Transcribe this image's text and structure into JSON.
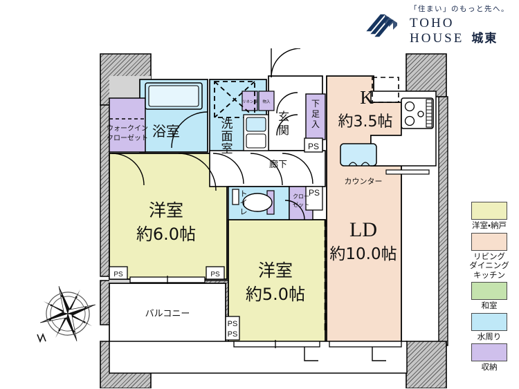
{
  "header": {
    "tagline": "「住まい」のもっと先へ。",
    "brand_line1": "TOHO",
    "brand_line2": "HOUSE",
    "brand_line3": "城東",
    "logo_icon": "toho-chevron-logo"
  },
  "compass": {
    "icon": "compass-rose",
    "north_label": "N"
  },
  "legend": {
    "items": [
      {
        "label": "洋室・納戸",
        "color": "#eff0bd"
      },
      {
        "label": "リビング\nダイニング\nキッチン",
        "label_lines": [
          "リビング",
          "ダイニング",
          "キッチン"
        ],
        "color": "#f7dfcd"
      },
      {
        "label": "和室",
        "color": "#c5e3ae"
      },
      {
        "label": "水周り",
        "color": "#bfe8f7"
      },
      {
        "label": "収納",
        "color": "#cfc0ec"
      }
    ]
  },
  "plan": {
    "rooms": [
      {
        "name": "walk-in-closet",
        "label": "ウォークイン\nクローゼット",
        "lines": [
          "ウォークイン",
          "クローゼット"
        ],
        "color": "#cfc0ec"
      },
      {
        "name": "bathroom",
        "label": "浴室",
        "color": "#bfe8f7"
      },
      {
        "name": "washroom",
        "label": "洗面室",
        "lines": [
          "洗",
          "面",
          "室"
        ],
        "color": "#bfe8f7"
      },
      {
        "name": "entrance",
        "label": "玄関",
        "lines": [
          "玄",
          "関"
        ],
        "color": "#ffffff"
      },
      {
        "name": "shoe-cabinet",
        "label": "下足入",
        "lines": [
          "下",
          "足",
          "入"
        ],
        "color": "#cfc0ec"
      },
      {
        "name": "linen-cabinet",
        "label": "リネン庫",
        "color": "#cfc0ec"
      },
      {
        "name": "storage-small",
        "label": "物入",
        "color": "#cfc0ec"
      },
      {
        "name": "corridor",
        "label": "廊下",
        "color": "#ffffff"
      },
      {
        "name": "toilet",
        "label": "トイレ",
        "lines": [
          "ト",
          "イ",
          "レ"
        ],
        "color": "#bfe8f7"
      },
      {
        "name": "closet",
        "label": "クローゼット",
        "lines": [
          "クロー",
          "ゼット"
        ],
        "color": "#cfc0ec"
      },
      {
        "name": "bedroom-6",
        "label": "洋室",
        "size": "約6.0帖",
        "color": "#eff0bd"
      },
      {
        "name": "bedroom-5",
        "label": "洋室",
        "size": "約5.0帖",
        "color": "#eff0bd"
      },
      {
        "name": "kitchen",
        "label": "K",
        "size": "約3.5帖",
        "color": "#f7dfcd"
      },
      {
        "name": "living-dining",
        "label": "LD",
        "size": "約10.0帖",
        "color": "#f7dfcd"
      },
      {
        "name": "balcony",
        "label": "バルコニー",
        "color": "#ffffff"
      },
      {
        "name": "counter",
        "label": "カウンター",
        "color": "#ffffff"
      }
    ],
    "labels": {
      "walk_in_closet_1": "ウォークイン",
      "walk_in_closet_2": "クローゼット",
      "bathroom": "浴室",
      "washroom_1": "洗",
      "washroom_2": "面",
      "washroom_3": "室",
      "entrance_1": "玄",
      "entrance_2": "関",
      "shoe_1": "下",
      "shoe_2": "足",
      "shoe_3": "入",
      "linen": "リネン庫",
      "monoire": "物入",
      "corridor": "廊下",
      "toilet_1": "ト",
      "toilet_2": "イ",
      "toilet_3": "レ",
      "closet_1": "クロー",
      "closet_2": "ゼット",
      "bedroom6_name": "洋室",
      "bedroom6_size": "約6.0帖",
      "bedroom5_name": "洋室",
      "bedroom5_size": "約5.0帖",
      "kitchen_name": "K",
      "kitchen_size": "約3.5帖",
      "ld_name": "LD",
      "ld_size": "約10.0帖",
      "balcony": "バルコニー",
      "counter": "カウンター",
      "ps1": "PS",
      "ps2": "PS",
      "ps3": "PS",
      "ps4": "PS",
      "ps5": "PS",
      "ps6": "PS"
    },
    "fixtures": [
      {
        "name": "bathtub",
        "type": "tub"
      },
      {
        "name": "washing-machine-space",
        "type": "x-box-dashed"
      },
      {
        "name": "vanity-sink",
        "type": "sink"
      },
      {
        "name": "toilet-bowl",
        "type": "wc"
      },
      {
        "name": "kitchen-sink",
        "type": "sink"
      },
      {
        "name": "gas-stove",
        "type": "cooktop"
      },
      {
        "name": "refrigerator-space",
        "type": "dashed-box"
      }
    ],
    "colors": {
      "bedroom": "#eff0bd",
      "ld": "#f7dfcd",
      "washroom": "#bfe8f7",
      "storage": "#cfc0ec",
      "structure": "#b4b4b4",
      "wall_fill": "#d6d6d6",
      "outline": "#000000"
    }
  }
}
